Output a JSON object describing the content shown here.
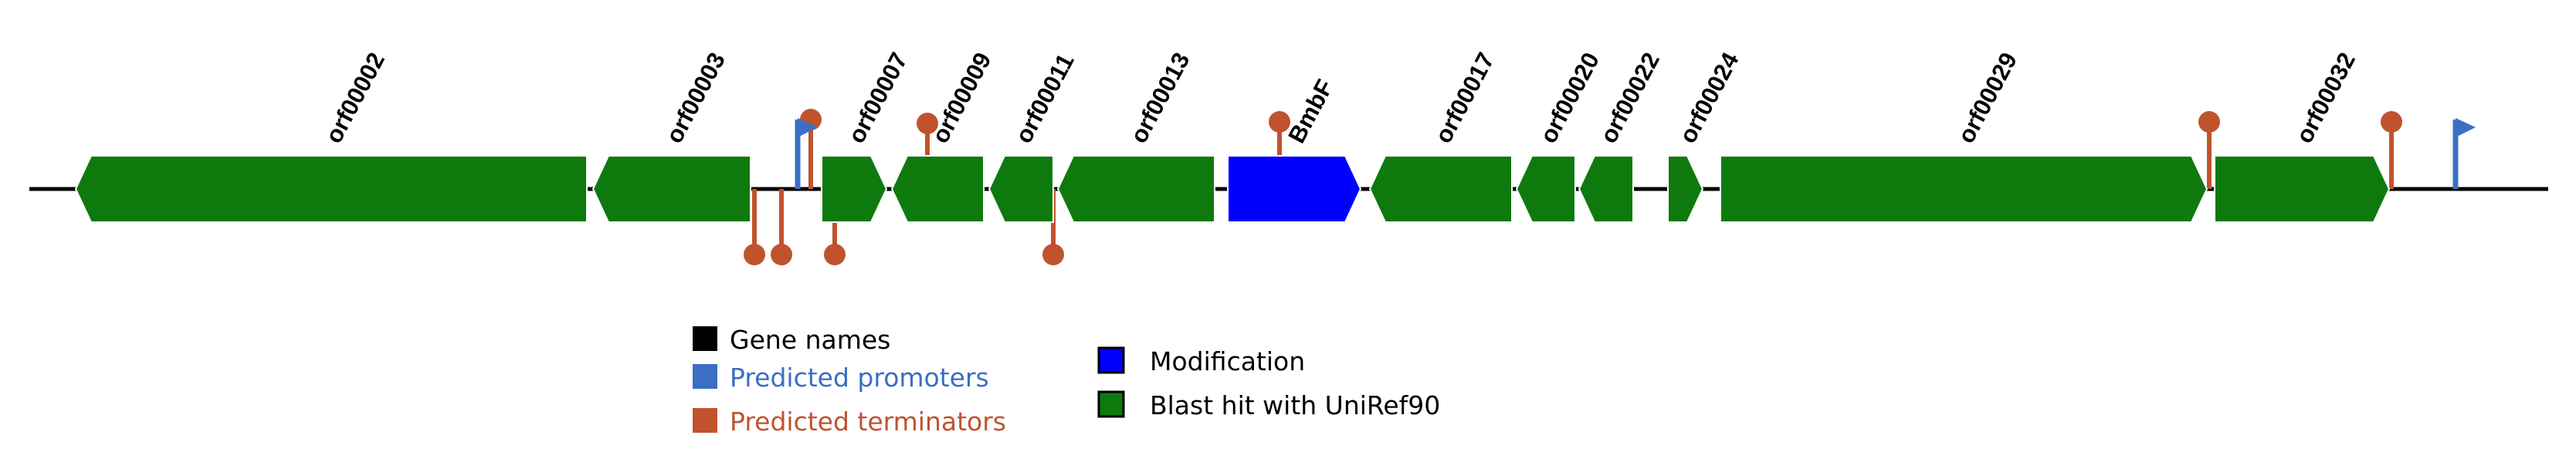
{
  "colors": {
    "backbone": "#000000",
    "blast_hit": "#0e7a0e",
    "modification": "#0000ff",
    "promoter": "#3a6fc4",
    "terminator": "#c0532e",
    "label": "#000000"
  },
  "genes": [
    {
      "name": "orf00002",
      "strand": "-",
      "category": "blast_hit"
    },
    {
      "name": "orf00003",
      "strand": "-",
      "category": "blast_hit"
    },
    {
      "name": "orf00007",
      "strand": "+",
      "category": "blast_hit"
    },
    {
      "name": "orf00009",
      "strand": "-",
      "category": "blast_hit"
    },
    {
      "name": "orf00011",
      "strand": "-",
      "category": "blast_hit"
    },
    {
      "name": "orf00013",
      "strand": "-",
      "category": "blast_hit"
    },
    {
      "name": "BmbF",
      "strand": "+",
      "category": "modification"
    },
    {
      "name": "orf00017",
      "strand": "-",
      "category": "blast_hit"
    },
    {
      "name": "orf00020",
      "strand": "-",
      "category": "blast_hit"
    },
    {
      "name": "orf00022",
      "strand": "-",
      "category": "blast_hit"
    },
    {
      "name": "orf00024",
      "strand": "+",
      "category": "blast_hit"
    },
    {
      "name": "orf00029",
      "strand": "+",
      "category": "blast_hit"
    },
    {
      "name": "orf00032",
      "strand": "+",
      "category": "blast_hit"
    }
  ],
  "promoters": [
    {
      "strand": "+"
    },
    {
      "strand": "+"
    }
  ],
  "terminators": [
    {
      "strand": "+"
    },
    {
      "strand": "-"
    },
    {
      "strand": "-"
    },
    {
      "strand": "-"
    },
    {
      "strand": "+"
    },
    {
      "strand": "-"
    },
    {
      "strand": "+"
    },
    {
      "strand": "+"
    },
    {
      "strand": "+"
    }
  ],
  "legend": {
    "left": [
      {
        "label": "Gene names",
        "color": "#000000",
        "text_color": "#000000"
      },
      {
        "label": "Predicted promoters",
        "color": "#3a6fc4",
        "text_color": "#3a6fc4"
      },
      {
        "label": "Predicted terminators",
        "color": "#c0532e",
        "text_color": "#c0532e"
      }
    ],
    "right": [
      {
        "label": "Modification",
        "color": "#0000ff",
        "text_color": "#000000"
      },
      {
        "label": "Blast hit with UniRef90",
        "color": "#0e7a0e",
        "text_color": "#000000"
      }
    ]
  }
}
